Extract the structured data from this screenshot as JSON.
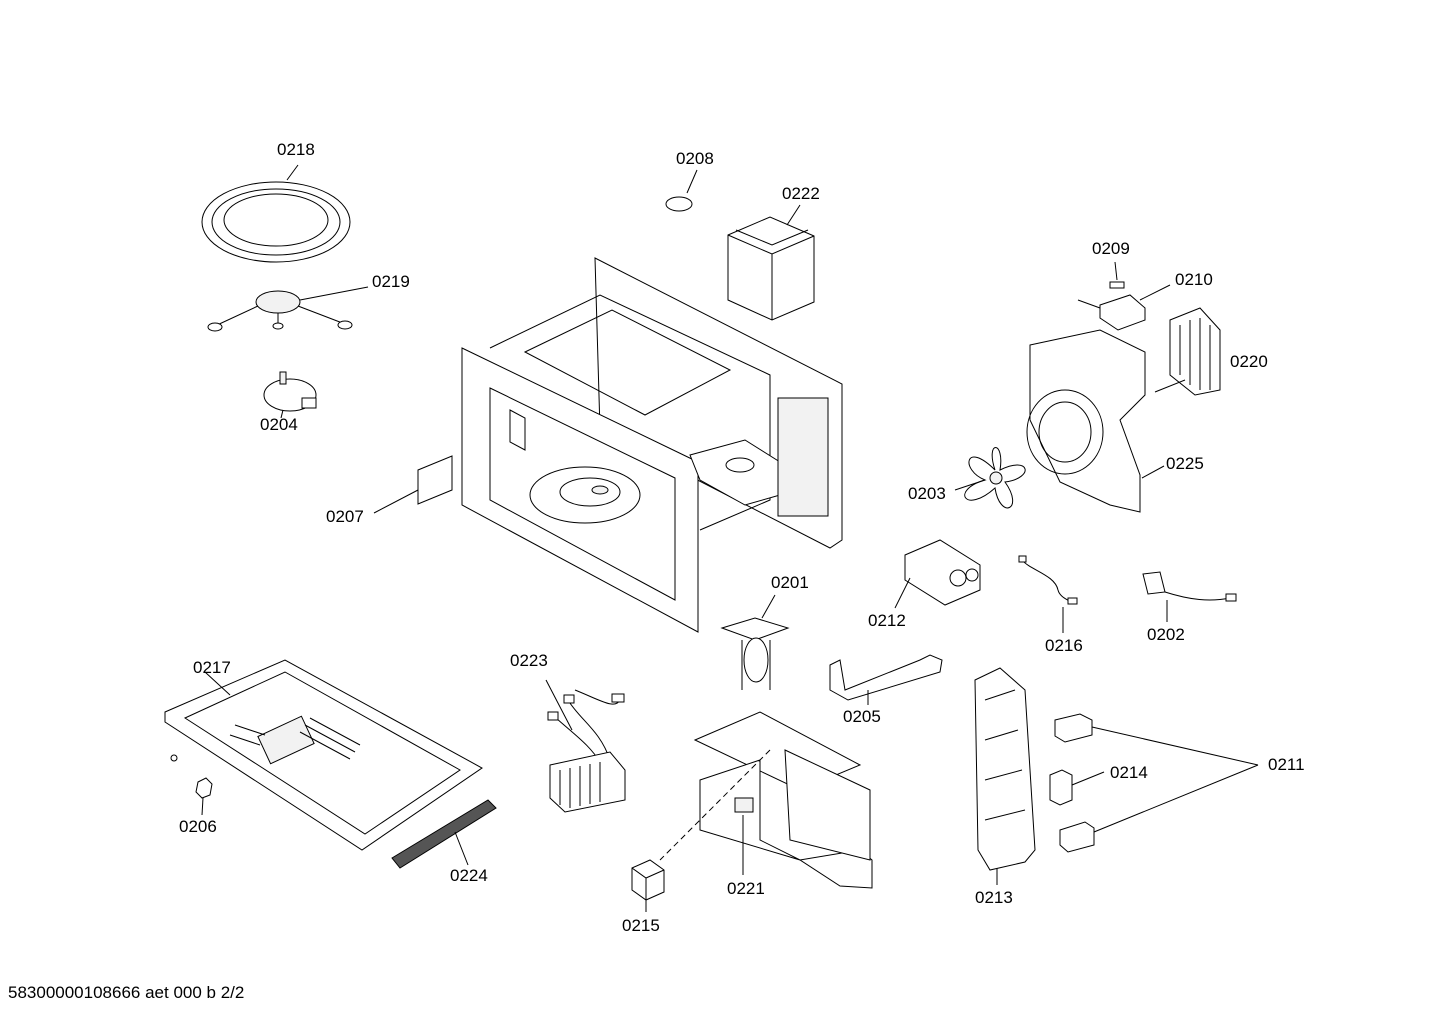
{
  "parts": {
    "p0201": "0201",
    "p0202": "0202",
    "p0203": "0203",
    "p0204": "0204",
    "p0205": "0205",
    "p0206": "0206",
    "p0207": "0207",
    "p0208": "0208",
    "p0209": "0209",
    "p0210": "0210",
    "p0211": "0211",
    "p0212": "0212",
    "p0213": "0213",
    "p0214": "0214",
    "p0215": "0215",
    "p0216": "0216",
    "p0217": "0217",
    "p0218": "0218",
    "p0219": "0219",
    "p0220": "0220",
    "p0221": "0221",
    "p0222": "0222",
    "p0223": "0223",
    "p0224": "0224",
    "p0225": "0225"
  },
  "footer": "58300000108666 aet 000 b 2/2"
}
